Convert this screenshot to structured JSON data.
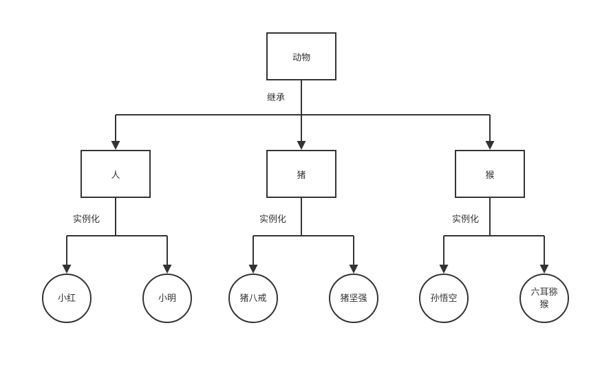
{
  "diagram": {
    "root": {
      "label": "动物"
    },
    "edges": {
      "inherit_label": "继承",
      "instantiate_label": "实例化"
    },
    "classes": [
      {
        "label": "人",
        "instances": [
          {
            "label": "小红"
          },
          {
            "label": "小明"
          }
        ]
      },
      {
        "label": "猪",
        "instances": [
          {
            "label": "猪八戒"
          },
          {
            "label": "猪坚强"
          }
        ]
      },
      {
        "label": "猴",
        "instances": [
          {
            "label": "孙悟空"
          },
          {
            "label": "六耳猕猴"
          }
        ]
      }
    ],
    "colors": {
      "line": "#333333",
      "text": "#333333",
      "background": "#ffffff"
    }
  }
}
